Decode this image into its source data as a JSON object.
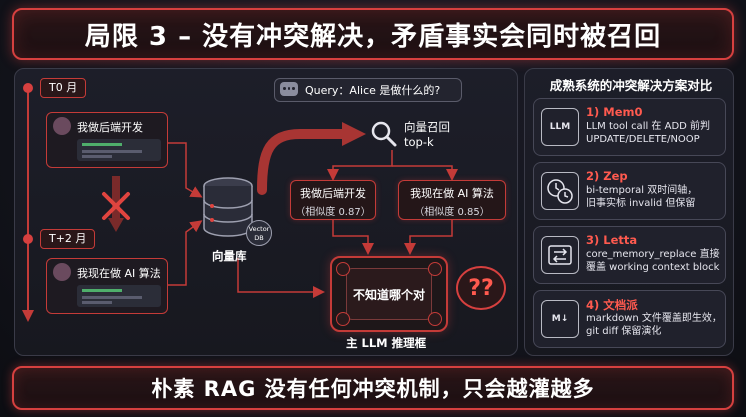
{
  "title": "局限 3 – 没有冲突解决，矛盾事实会同时被召回",
  "bottom_banner": "朴素 RAG 没有任何冲突机制，只会越灌越多",
  "timeline": {
    "t0_label": "T0 月",
    "t2_label": "T+2 月",
    "memory_1": "我做后端开发",
    "memory_2": "我现在做 AI 算法"
  },
  "vector_db": {
    "badge_line1": "Vector",
    "badge_line2": "DB",
    "label": "向量库"
  },
  "query": {
    "text": "Query：Alice 是做什么的?"
  },
  "retrieval": {
    "line1": "向量召回",
    "line2": "top-k"
  },
  "results": [
    {
      "text": "我做后端开发",
      "similarity": "（相似度 0.87）"
    },
    {
      "text": "我现在做 AI 算法",
      "similarity": "（相似度 0.85）"
    }
  ],
  "llm": {
    "confused_text": "不知道哪个对",
    "frame_label": "主 LLM 推理框",
    "question_marks": "??"
  },
  "comparison": {
    "title": "成熟系统的冲突解决方案对比",
    "items": [
      {
        "name": "1) Mem0",
        "desc_line1": "LLM tool call 在 ADD 前判",
        "desc_line2": "UPDATE/DELETE/NOOP",
        "icon": "llm-tool-icon",
        "icon_text": "LLM"
      },
      {
        "name": "2) Zep",
        "desc_line1": "bi-temporal 双时间轴，",
        "desc_line2": "旧事实标 invalid 但保留",
        "icon": "dual-clock-icon",
        "icon_text": ""
      },
      {
        "name": "3) Letta",
        "desc_line1": "core_memory_replace 直接",
        "desc_line2": "覆盖 working context block",
        "icon": "replace-arrows-icon",
        "icon_text": ""
      },
      {
        "name": "4) 文档派",
        "desc_line1": "markdown 文件覆盖即生效，",
        "desc_line2": "git diff 保留演化",
        "icon": "markdown-file-icon",
        "icon_text": "M↓"
      }
    ]
  },
  "colors": {
    "accent_red": "#d6403f",
    "highlight_red": "#ff5a4f",
    "background": "#111219"
  }
}
